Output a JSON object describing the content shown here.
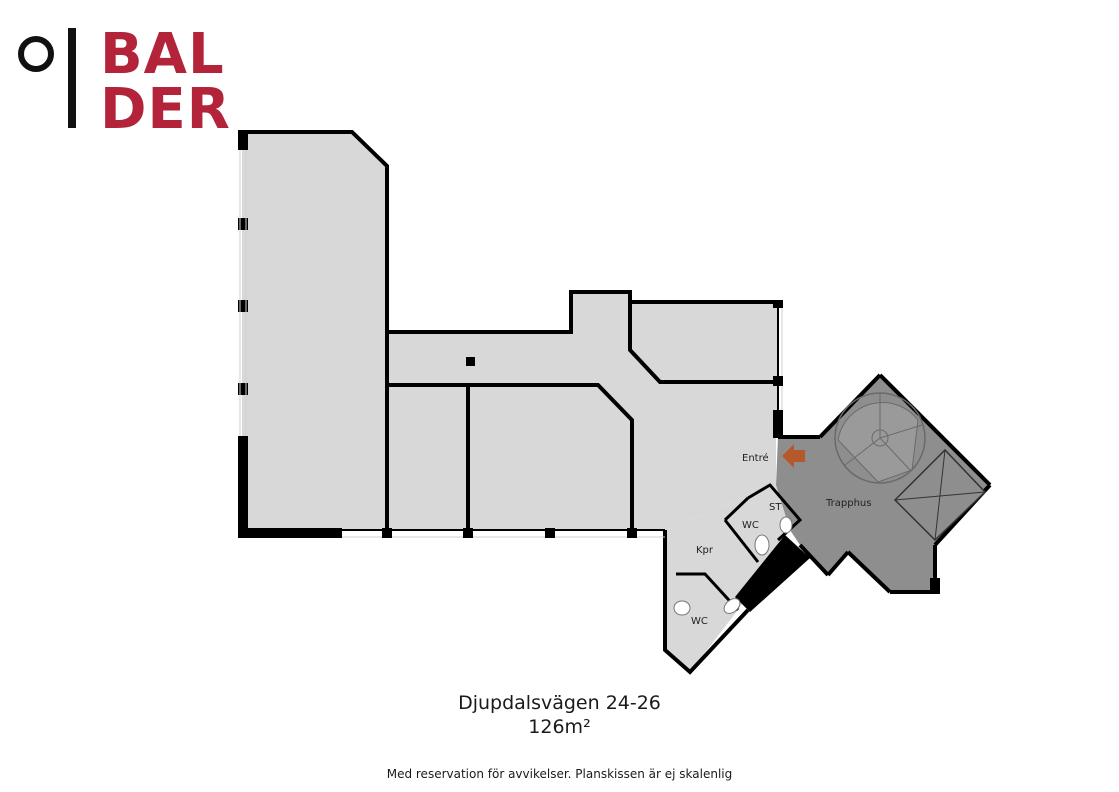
{
  "logo": {
    "line1": "BAL",
    "line2": "DER",
    "brand_color": "#b3243a",
    "mark_color": "#111111"
  },
  "rooms": {
    "entrance": "Entré",
    "stairwell": "Trapphus",
    "storage": "ST",
    "wc_small": "WC",
    "kitchenette": "Kpr",
    "wc_large": "WC"
  },
  "colors": {
    "office_fill": "#d8d8d8",
    "stairwell_fill": "#8e8e8e",
    "wall": "#000000",
    "entrance_arrow": "#b5592c"
  },
  "icons": {
    "entrance_arrow": "entrance-arrow-icon",
    "spiral_stair": "spiral-staircase-icon",
    "elevator": "elevator-shaft-icon",
    "toilet": "toilet-icon"
  },
  "caption": {
    "address": "Djupdalsvägen 24-26",
    "area": "126m²",
    "disclaimer": "Med reservation för avvikelser. Planskissen är ej skalenlig"
  }
}
